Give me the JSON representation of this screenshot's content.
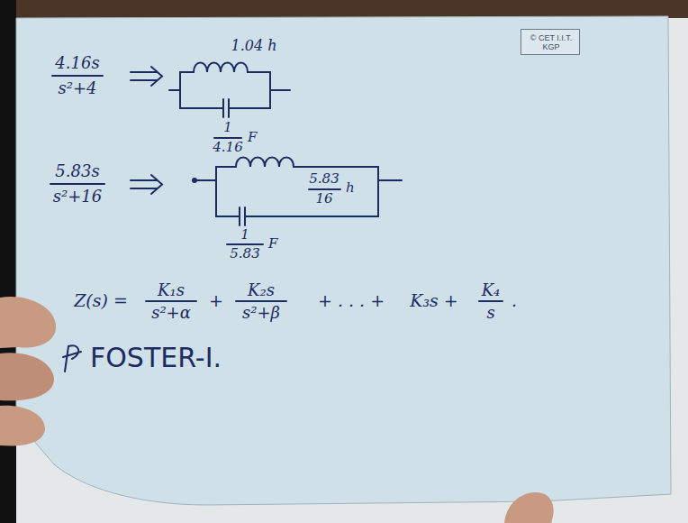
{
  "diagram": {
    "nodes": [
      {
        "text": [
          "© CET I.I.T. KGP"
        ]
      }
    ],
    "labels": [
      "4.16s",
      "s²+4",
      "1.04 h",
      "1",
      "4.16",
      "F",
      "5.83s",
      "s²+16",
      "5.83",
      "16",
      "h",
      "1",
      "5.83",
      "F",
      "Z(s) =",
      "K₁s",
      "s²+α",
      "+",
      "K₂s",
      "s²+β",
      "+ . . . +",
      "K₃s +",
      "K₄",
      "s",
      ".",
      "FOSTER-I."
    ]
  }
}
